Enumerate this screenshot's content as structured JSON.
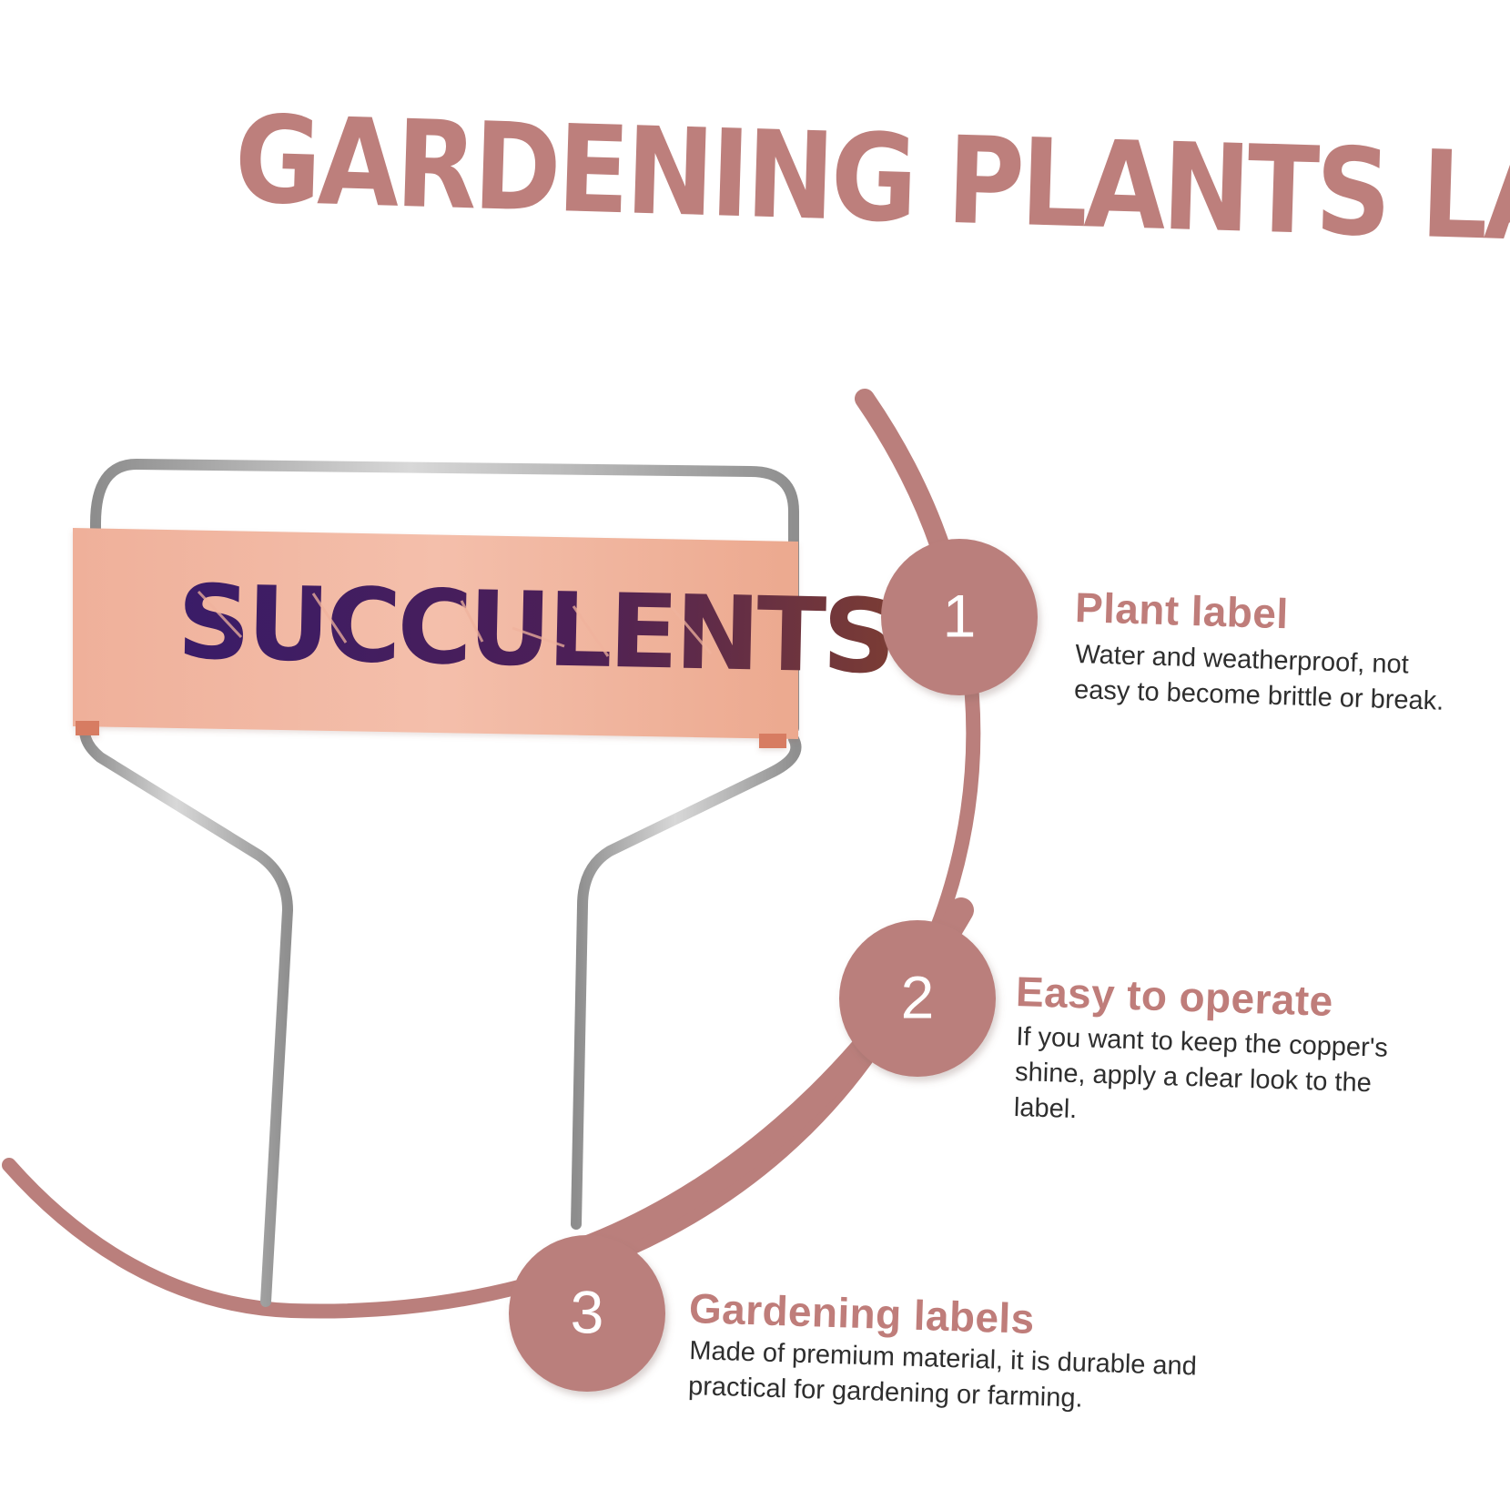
{
  "title": "GARDENING PLANTS LABELS",
  "label_text": "SUCCULENTS",
  "features": [
    {
      "number": "1",
      "title": "Plant label",
      "description": "Water and weatherproof, not easy to become brittle or break."
    },
    {
      "number": "2",
      "title": "Easy to operate",
      "description": "If you want to keep the copper's shine, apply a clear look to the label."
    },
    {
      "number": "3",
      "title": "Gardening labels",
      "description": "Made of premium material, it is durable and practical for gardening or farming."
    }
  ],
  "colors": {
    "accent": "#ba7f7c",
    "title_text": "#bd7f7c",
    "label_plate": "#f0b39d",
    "label_text_start": "#3c1e68",
    "label_text_end": "#7a3d35",
    "wire": "#b9b9b9"
  }
}
